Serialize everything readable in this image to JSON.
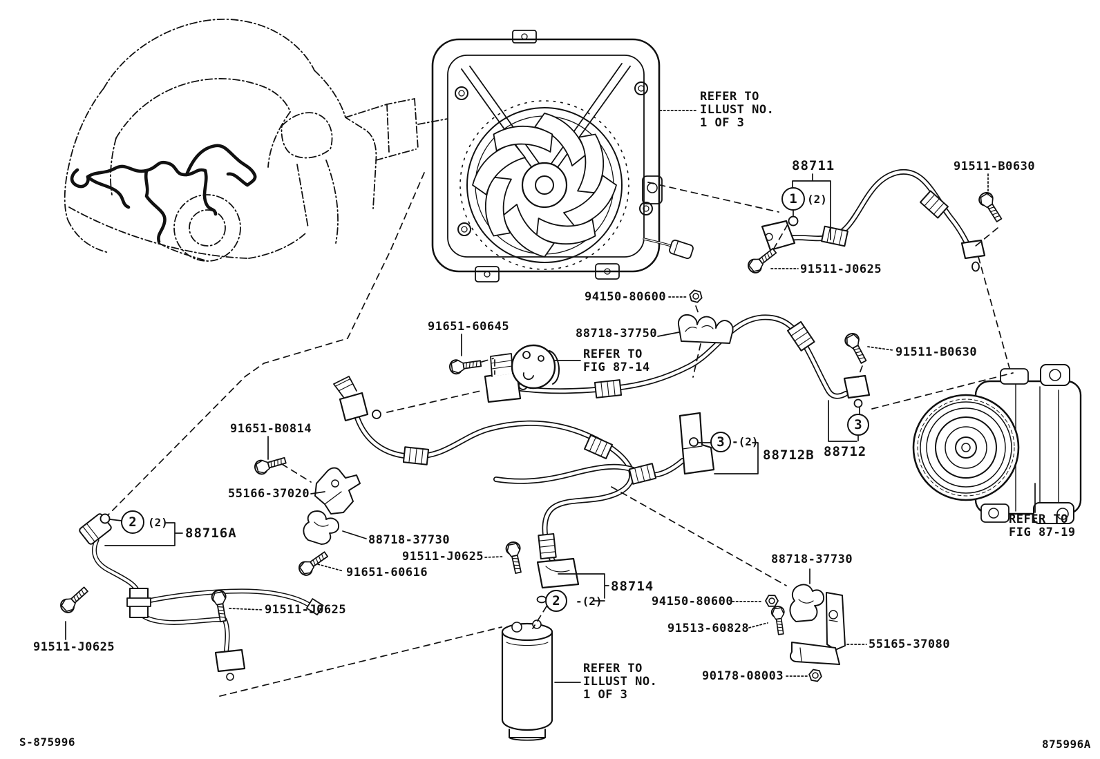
{
  "diagram": {
    "codes": {
      "plate": "S-875996",
      "sheet": "875996A"
    },
    "callouts": {
      "one": "1",
      "two": "2",
      "three": "3",
      "qty2": "(2)",
      "qty2_dashed": "-(2)"
    },
    "notes": {
      "illust_top": [
        "REFER TO",
        "ILLUST NO.",
        "1 OF 3"
      ],
      "illust_bottom": [
        "REFER TO",
        "ILLUST NO.",
        "1 OF 3"
      ],
      "fig_87_14": [
        "REFER TO",
        "FIG 87-14"
      ],
      "fig_87_19": [
        "REFER TO",
        "FIG 87-19"
      ]
    },
    "part_labels": {
      "hose_88711": "88711",
      "bolt_91511_b0630_top": "91511-B0630",
      "bolt_91511_j0625_top": "91511-J0625",
      "nut_94150_80600_top": "94150-80600",
      "bolt_91651_60645": "91651-60645",
      "clamp_88718_37750": "88718-37750",
      "bolt_91511_b0630_mid": "91511-B0630",
      "pipe_88712b": "88712B",
      "hose_88712": "88712",
      "bolt_91651_b0814": "91651-B0814",
      "bracket_55166_37020": "55166-37020",
      "pipe_88716a": "88716A",
      "clamp_88718_37730_left": "88718-37730",
      "bolt_91511_j0625_mid": "91511-J0625",
      "bolt_91651_60616": "91651-60616",
      "pipe_88714": "88714",
      "nut_94150_80600_low": "94150-80600",
      "screw_91513_60828": "91513-60828",
      "bracket_55165_37080": "55165-37080",
      "nut_90178_08003": "90178-08003",
      "clamp_88718_37730_right": "88718-37730",
      "bolt_91511_j0625_center": "91511-J0625",
      "bolt_91511_j0625_bottom": "91511-J0625"
    }
  }
}
